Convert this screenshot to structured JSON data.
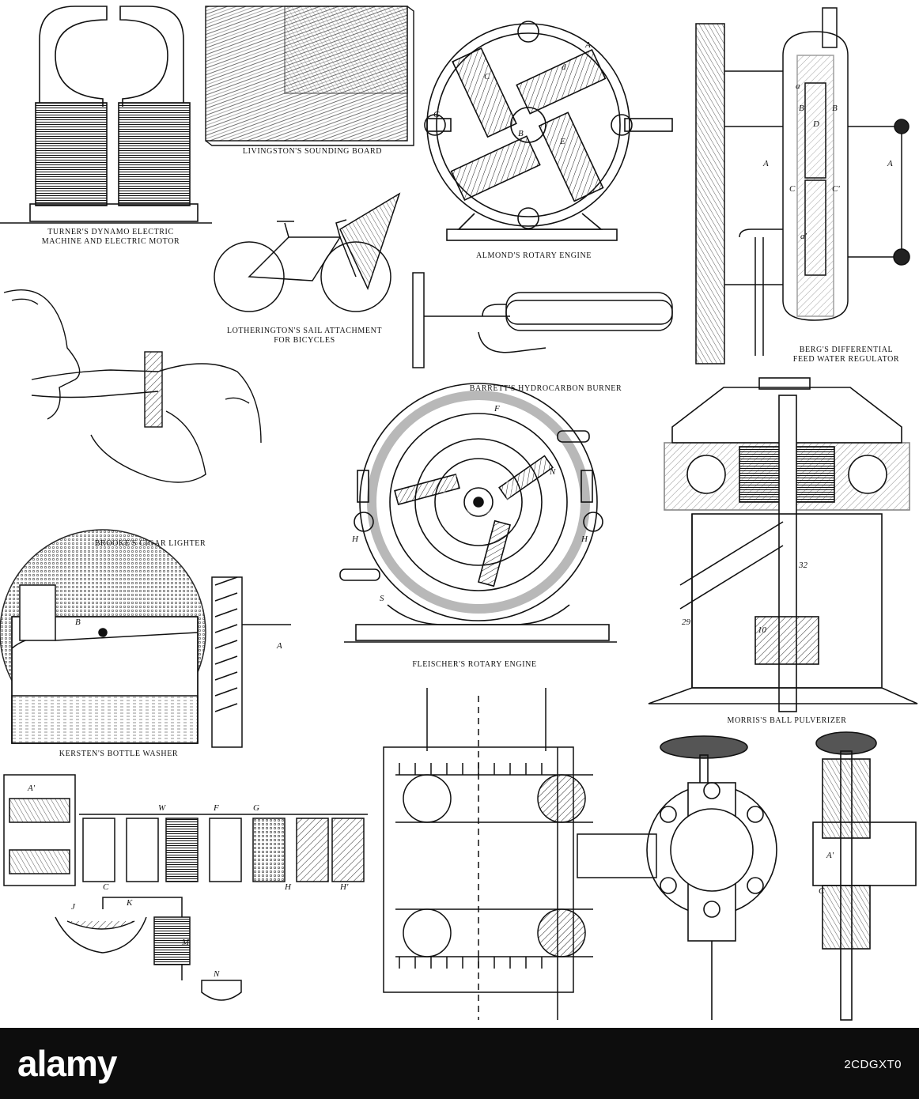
{
  "captions": {
    "turner": [
      "TURNER'S DYNAMO ELECTRIC",
      "MACHINE AND ELECTRIC MOTOR"
    ],
    "livingston": "LIVINGSTON'S SOUNDING BOARD",
    "almond": "ALMOND'S ROTARY ENGINE",
    "berg": [
      "BERG'S DIFFERENTIAL",
      "FEED WATER REGULATOR"
    ],
    "lotherington": [
      "LOTHERINGTON'S SAIL ATTACHMENT",
      "FOR BICYCLES"
    ],
    "barrett": "BARRETT'S HYDROCARBON BURNER",
    "brooke": "BROOKE'S CIGAR LIGHTER",
    "fleischer": "FLEISCHER'S ROTARY ENGINE",
    "morris": "MORRIS'S BALL PULVERIZER",
    "kersten": "KERSTEN'S BOTTLE WASHER"
  },
  "labels": {
    "almond": [
      "G",
      "A",
      "C",
      "E",
      "B",
      "d"
    ],
    "berg": [
      "A",
      "A",
      "D",
      "B",
      "B",
      "C",
      "C'",
      "a",
      "a'"
    ],
    "fleischer": [
      "S",
      "H",
      "H",
      "F",
      "N"
    ],
    "kersten": [
      "A",
      "B"
    ],
    "process": [
      "A'",
      "W",
      "F",
      "G",
      "C",
      "H",
      "H'",
      "J",
      "K",
      "M",
      "N"
    ],
    "valve": [
      "A'",
      "C"
    ],
    "morris": [
      "29",
      "32",
      "10"
    ]
  },
  "watermark": {
    "brand": "alamy",
    "image_id": "2CDGXT0"
  }
}
